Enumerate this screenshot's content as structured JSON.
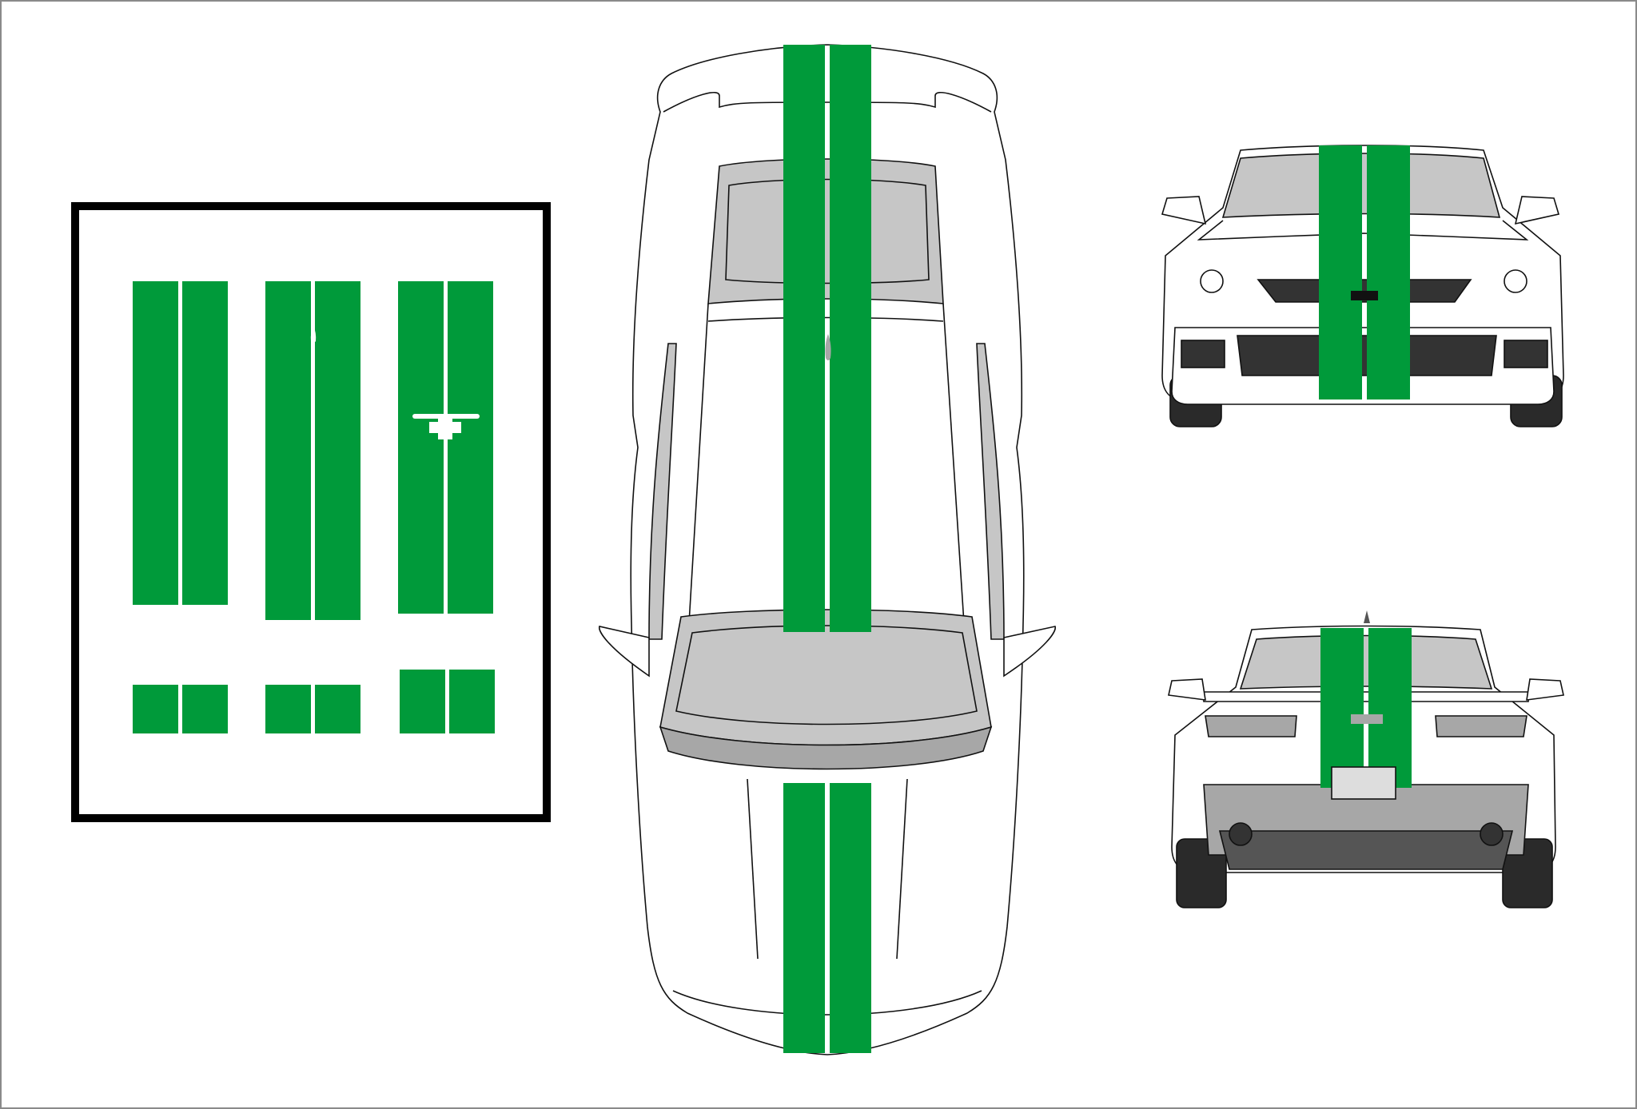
{
  "colors": {
    "stripe": "#009a3a",
    "glass": "#c6c6c6",
    "glass_dark": "#a7a7a7",
    "outline": "#111111",
    "body": "#ffffff",
    "tire": "#2a2a2a",
    "grille": "#333333",
    "frame": "#000000",
    "border": "#8a8a8a"
  },
  "kit_panel": {
    "groups": [
      {
        "piece": "hood-stripes",
        "mark": "none"
      },
      {
        "piece": "roof-stripes",
        "mark": "antenna-notch"
      },
      {
        "piece": "trunk-stripes",
        "mark": "emblem-cutout"
      }
    ]
  },
  "views": [
    "top-view",
    "front-view",
    "rear-view"
  ]
}
